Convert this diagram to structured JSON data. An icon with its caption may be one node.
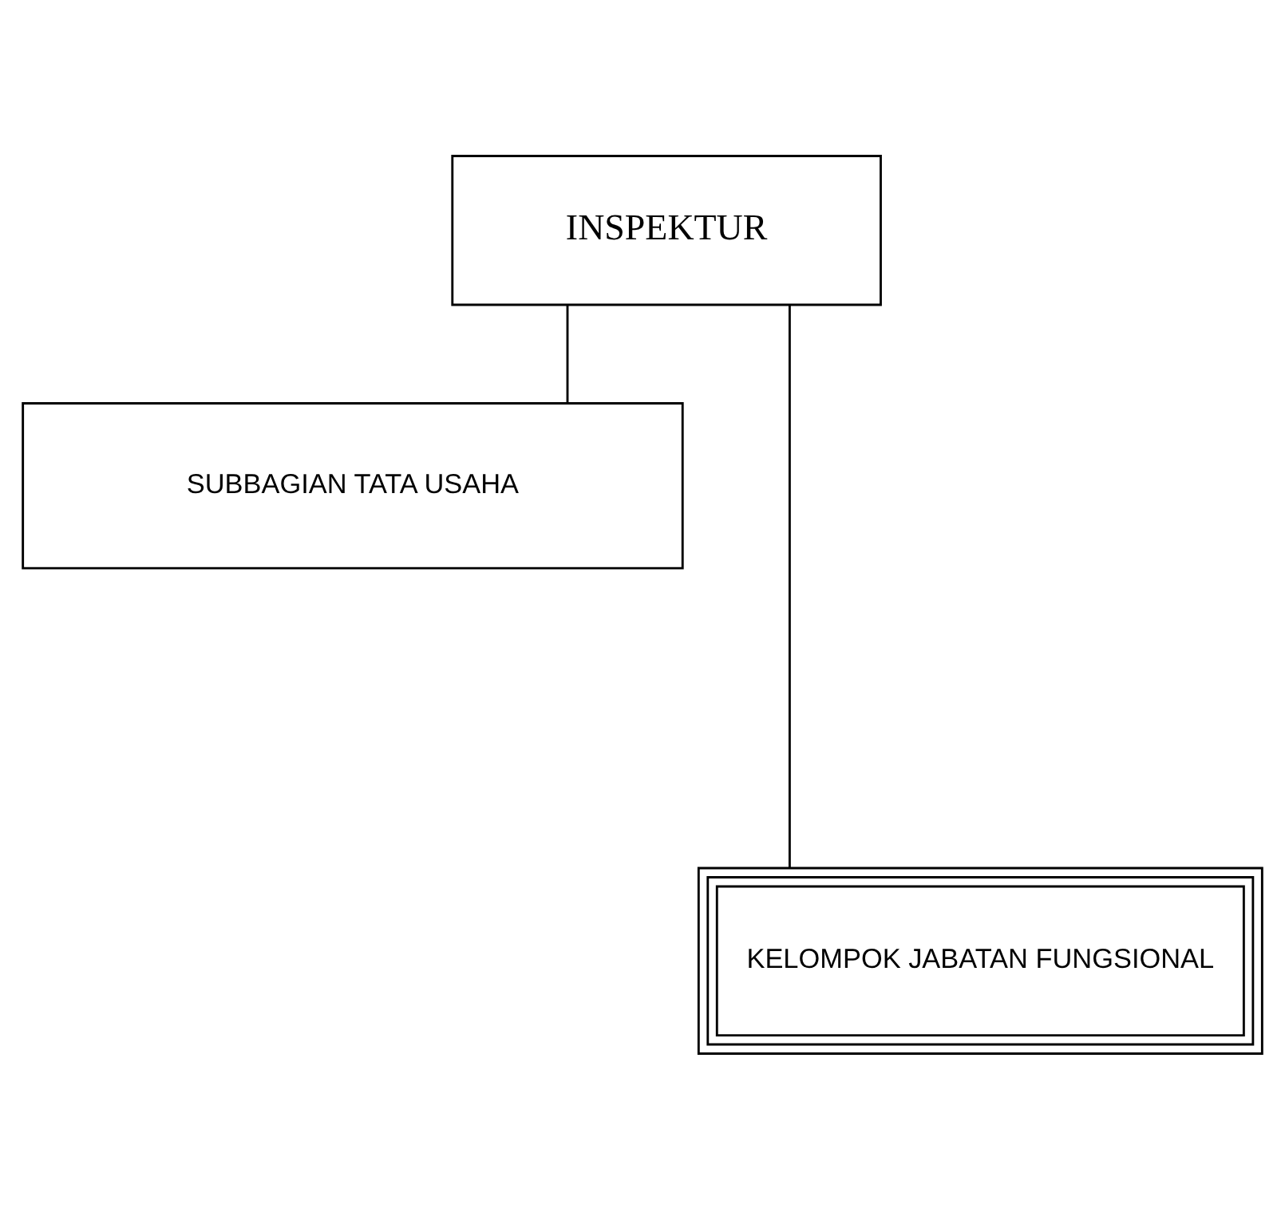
{
  "diagram": {
    "nodes": [
      {
        "text": [
          "INSPEKTUR"
        ]
      },
      {
        "text": [
          "SUBBAGIAN TATA USAHA"
        ]
      },
      {
        "text": [
          "KELOMPOK JABATAN FUNGSIONAL"
        ]
      }
    ],
    "edges": [
      {
        "from": 0,
        "to": 1,
        "arrow": "none"
      },
      {
        "from": 0,
        "to": 2,
        "arrow": "none"
      }
    ]
  }
}
